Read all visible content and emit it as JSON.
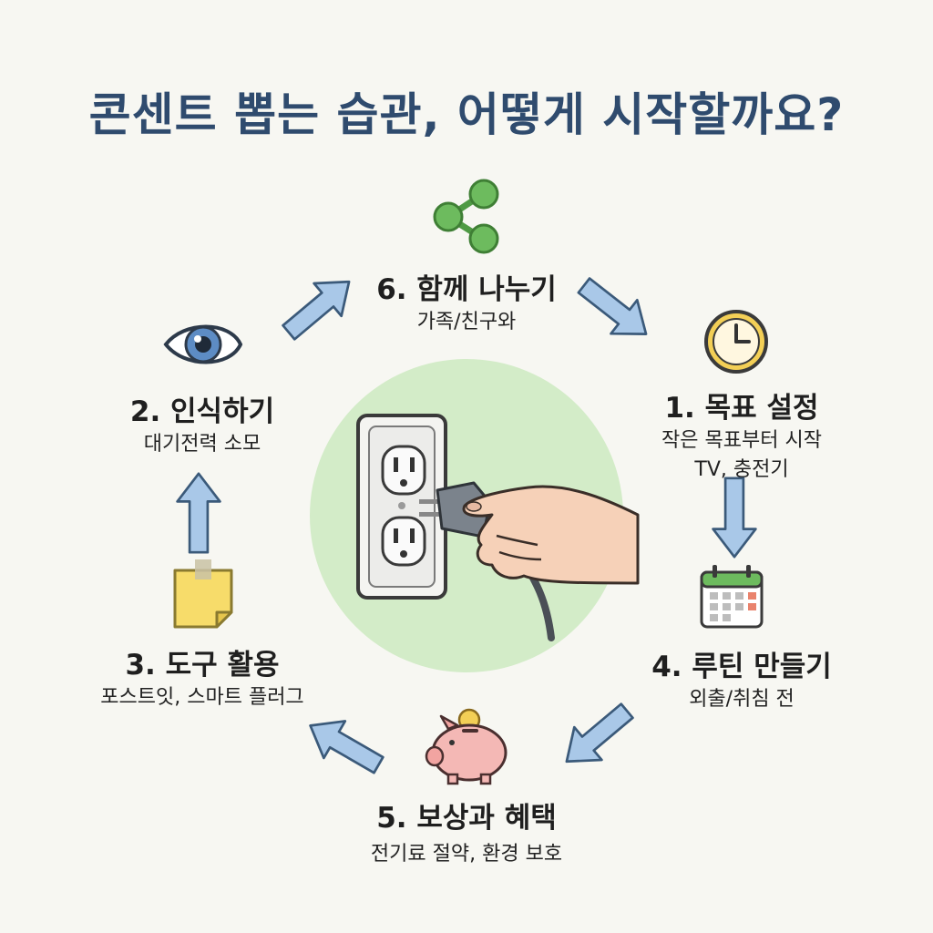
{
  "title": "콘센트 뽑는 습관, 어떻게 시작할까요?",
  "steps": [
    {
      "number_label": "1. 목표 설정",
      "description": "작은 목표부터 시작",
      "description_2": "TV, 충전기",
      "icon": "clock-icon"
    },
    {
      "number_label": "2. 인식하기",
      "description": "대기전력 소모",
      "icon": "eye-icon"
    },
    {
      "number_label": "3. 도구 활용",
      "description": "포스트잇, 스마트 플러그",
      "icon": "sticky-note-icon"
    },
    {
      "number_label": "4. 루틴 만들기",
      "description": "외출/취침 전",
      "icon": "calendar-icon"
    },
    {
      "number_label": "5. 보상과 혜택",
      "description": "전기료 절약, 환경 보호",
      "icon": "piggy-bank-icon"
    },
    {
      "number_label": "6. 함께 나누기",
      "description": "가족/친구와",
      "icon": "share-icon"
    }
  ],
  "colors": {
    "title": "#2f4b6e",
    "arrow_fill": "#a9c8e8",
    "arrow_stroke": "#3b5a7a",
    "center_circle": "#d3ecc8",
    "share_green": "#6dbb5e",
    "clock_yellow": "#f3cf56",
    "sticky_yellow": "#f7dc6a",
    "piggy_pink": "#f4b8b5",
    "calendar_green": "#6dbb5e",
    "skin": "#f6d1b8"
  }
}
